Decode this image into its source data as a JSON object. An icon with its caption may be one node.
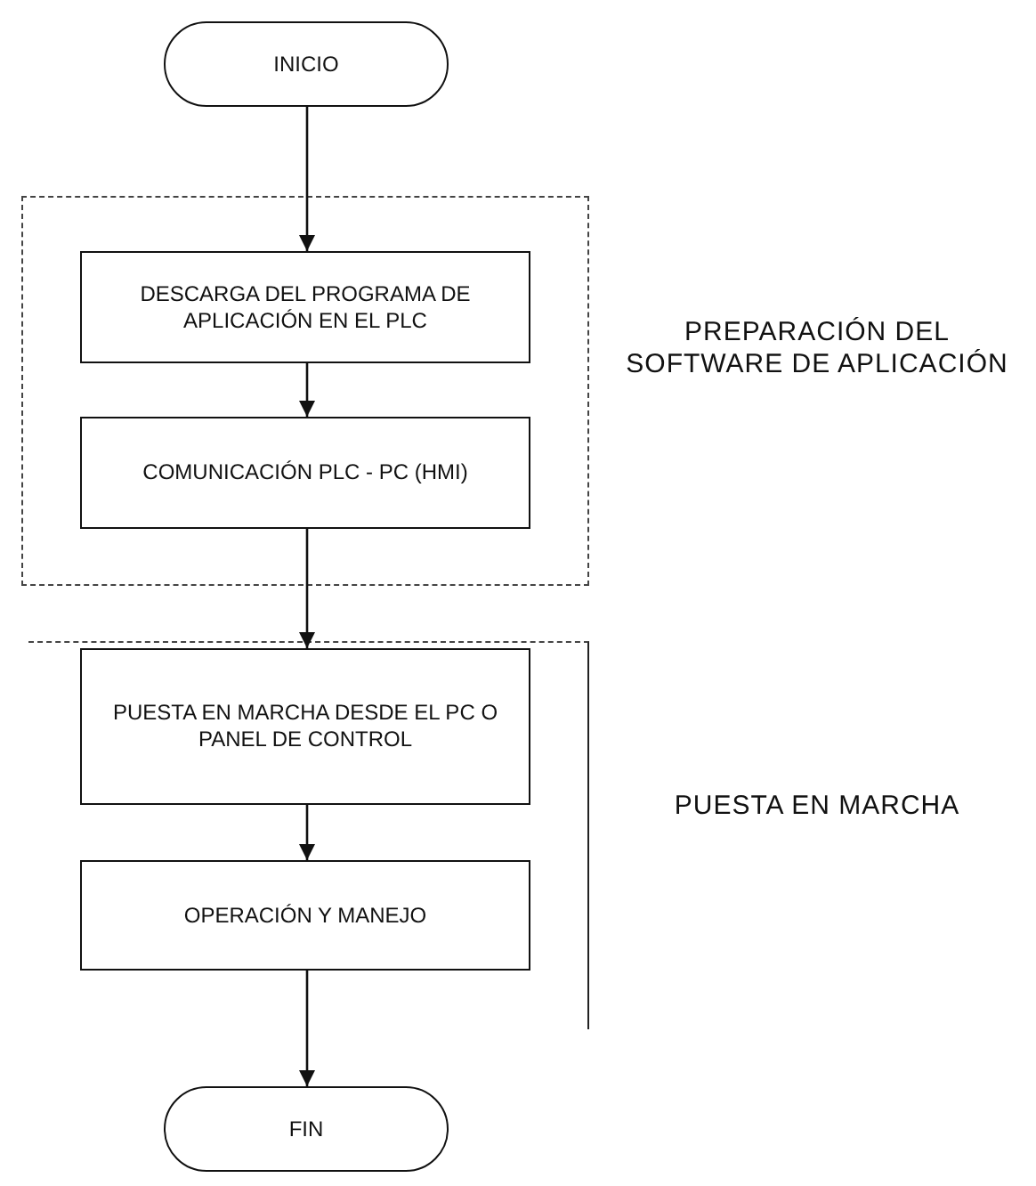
{
  "diagram": {
    "nodes": [
      {
        "text": [
          "INICIO"
        ]
      },
      {
        "text": [
          "PREPARACIÓN DEL SOFTWARE DE APLICACIÓN"
        ]
      },
      {
        "text": [
          "DESCARGA DEL PROGRAMA DE APLICACIÓN EN EL PLC"
        ],
        "in": 1
      },
      {
        "text": [
          "COMUNICACIÓN PLC - PC (HMI)"
        ],
        "in": 1
      },
      {
        "text": [
          "PUESTA EN MARCHA"
        ]
      },
      {
        "text": [
          "PUESTA EN MARCHA DESDE EL PC O PANEL DE CONTROL"
        ],
        "in": 4
      },
      {
        "text": [
          "OPERACIÓN Y MANEJO"
        ],
        "in": 4
      },
      {
        "text": [
          "FIN"
        ]
      }
    ],
    "edges": [
      {
        "from": 0,
        "to": 2,
        "arrow": "to"
      },
      {
        "from": 2,
        "to": 3,
        "arrow": "to"
      },
      {
        "from": 3,
        "to": 5,
        "arrow": "to"
      },
      {
        "from": 5,
        "to": 6,
        "arrow": "to"
      },
      {
        "from": 6,
        "to": 7,
        "arrow": "to"
      }
    ]
  }
}
